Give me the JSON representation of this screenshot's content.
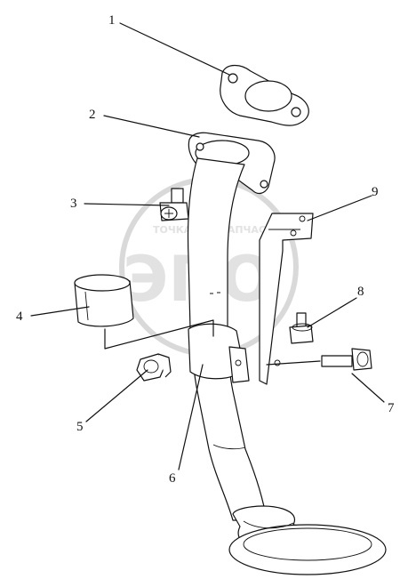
{
  "watermark": {
    "top_left": "ТОЧКА",
    "top_right": "ЗАПЧАСТИ",
    "letters": "ЭПО"
  },
  "callouts": [
    {
      "label": "1"
    },
    {
      "label": "2"
    },
    {
      "label": "3"
    },
    {
      "label": "4"
    },
    {
      "label": "5"
    },
    {
      "label": "6"
    },
    {
      "label": "7"
    },
    {
      "label": "8"
    },
    {
      "label": "9"
    }
  ]
}
